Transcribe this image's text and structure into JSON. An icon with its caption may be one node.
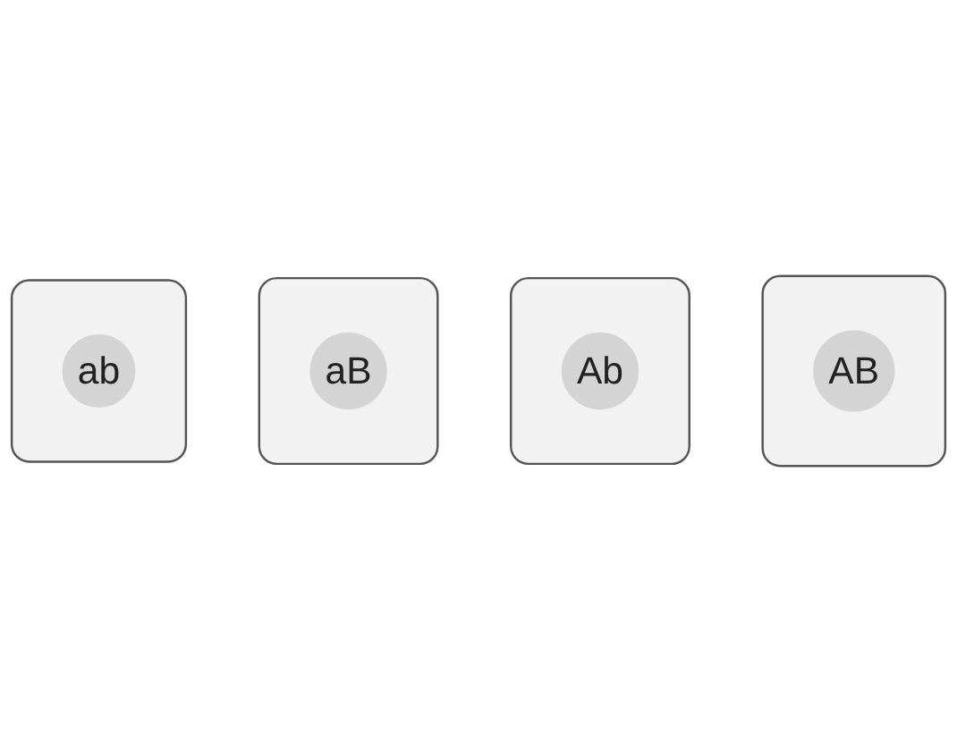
{
  "diagram": {
    "nodes": [
      {
        "text": [],
        "shape": "box"
      },
      {
        "text": [
          "AB"
        ],
        "in": 0
      },
      {
        "text": [],
        "shape": "box"
      },
      {
        "text": [
          "Ab"
        ],
        "in": 2
      },
      {
        "text": [],
        "shape": "box"
      },
      {
        "text": [
          "aB"
        ],
        "in": 4
      },
      {
        "text": [],
        "shape": "box"
      },
      {
        "text": [
          "ab"
        ],
        "in": 6
      }
    ]
  }
}
